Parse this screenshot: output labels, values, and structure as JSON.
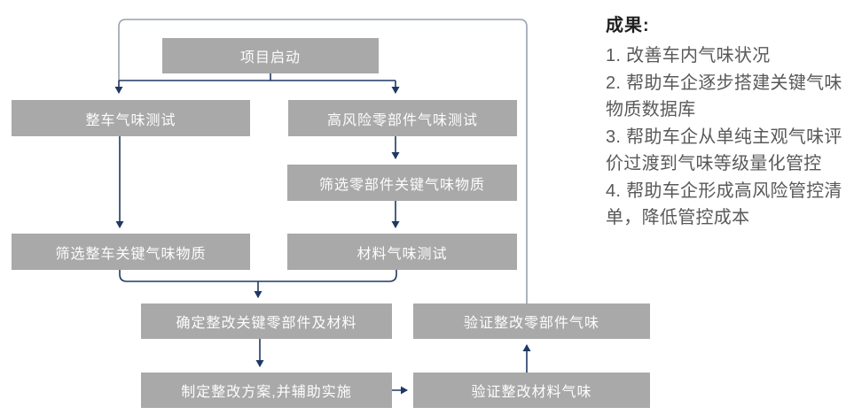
{
  "flowchart": {
    "nodes": {
      "project_start": "项目启动",
      "vehicle_odor_test": "整车气味测试",
      "high_risk_parts_test": "高风险零部件气味测试",
      "screen_parts_substances": "筛选零部件关键气味物质",
      "screen_vehicle_substances": "筛选整车关键气味物质",
      "material_odor_test": "材料气味测试",
      "determine_parts_materials": "确定整改关键零部件及材料",
      "verify_parts_odor": "验证整改零部件气味",
      "formulate_plan": "制定整改方案,并辅助实施",
      "verify_material_odor": "验证整改材料气味"
    },
    "edges": [
      {
        "from": "project_start",
        "to": "vehicle_odor_test"
      },
      {
        "from": "project_start",
        "to": "high_risk_parts_test"
      },
      {
        "from": "vehicle_odor_test",
        "to": "screen_vehicle_substances"
      },
      {
        "from": "high_risk_parts_test",
        "to": "screen_parts_substances"
      },
      {
        "from": "screen_parts_substances",
        "to": "material_odor_test"
      },
      {
        "from": "screen_vehicle_substances",
        "to": "determine_parts_materials"
      },
      {
        "from": "material_odor_test",
        "to": "determine_parts_materials"
      },
      {
        "from": "determine_parts_materials",
        "to": "formulate_plan"
      },
      {
        "from": "formulate_plan",
        "to": "verify_material_odor"
      },
      {
        "from": "verify_material_odor",
        "to": "verify_parts_odor"
      },
      {
        "from": "verify_parts_odor",
        "to": "vehicle_odor_test",
        "type": "feedback-loop"
      }
    ],
    "colors": {
      "node_fill": "#a9a9a9",
      "node_text": "#ffffff",
      "arrow": "#1f3864",
      "feedback_line": "#97a1af"
    }
  },
  "results_panel": {
    "heading": "成果:",
    "items": [
      "1. 改善车内气味状况",
      "2. 帮助车企逐步搭建关键气味\n物质数据库",
      "3. 帮助车企从单纯主观气味评\n价过渡到气味等级量化管控",
      "4. 帮助车企形成高风险管控清\n单，降低管控成本"
    ]
  }
}
